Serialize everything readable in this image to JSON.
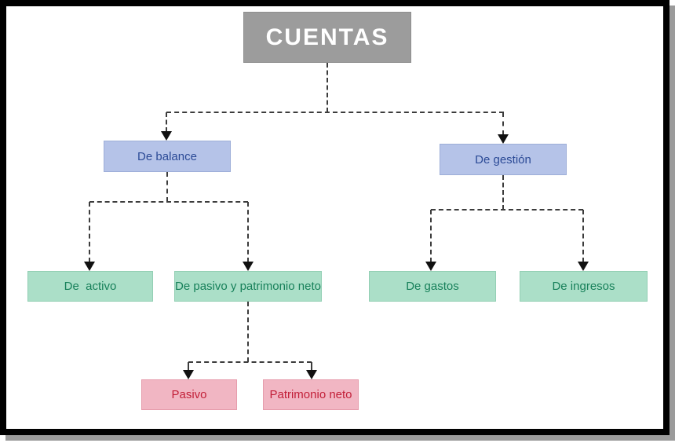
{
  "diagram": {
    "root": {
      "label": "CUENTAS"
    },
    "nodes": {
      "balance": {
        "label": "De balance"
      },
      "gestion": {
        "label": "De gestión"
      },
      "activo": {
        "label": "De  activo"
      },
      "pasivo_pn": {
        "label": "De pasivo y patrimonio neto"
      },
      "gastos": {
        "label": "De gastos"
      },
      "ingresos": {
        "label": "De ingresos"
      },
      "pasivo": {
        "label": "Pasivo"
      },
      "patrimonio": {
        "label": "Patrimonio neto"
      }
    },
    "edges": [
      {
        "from": "CUENTAS",
        "to": [
          "De balance",
          "De gestión"
        ]
      },
      {
        "from": "De balance",
        "to": [
          "De  activo",
          "De pasivo y patrimonio neto"
        ]
      },
      {
        "from": "De gestión",
        "to": [
          "De gastos",
          "De ingresos"
        ]
      },
      {
        "from": "De pasivo y patrimonio neto",
        "to": [
          "Pasivo",
          "Patrimonio neto"
        ]
      }
    ],
    "colors": {
      "root_fill": "#9c9c9c",
      "root_text": "#ffffff",
      "level2_fill": "#b5c3e8",
      "level2_text": "#2b4a96",
      "level3_fill": "#abdfc8",
      "level3_text": "#17805a",
      "level4_fill": "#f1b6c3",
      "level4_text": "#c21f38",
      "connector": "#3c3c3c",
      "frame_border": "#000000",
      "frame_shadow": "#9b9b9b"
    }
  }
}
